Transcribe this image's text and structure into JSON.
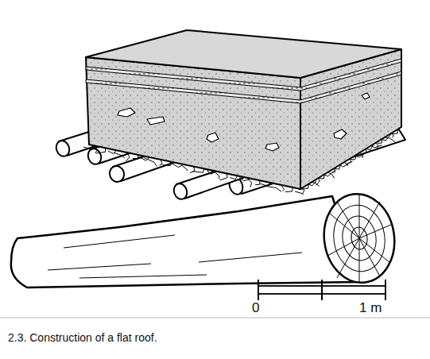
{
  "diagram": {
    "caption": "2.3. Construction of a flat roof.",
    "labels": [
      "0",
      "1 m"
    ]
  }
}
